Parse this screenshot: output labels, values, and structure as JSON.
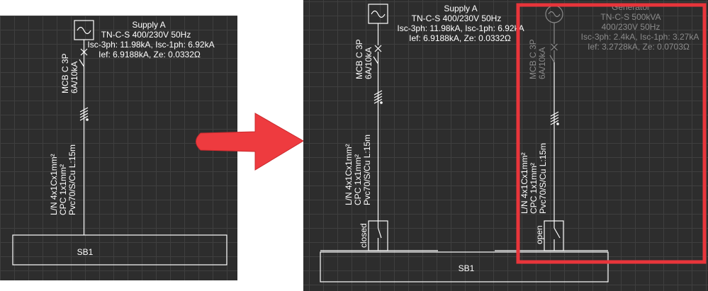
{
  "supply_a": {
    "name": "Supply A",
    "system": "TN-C-S 400/230V 50Hz",
    "isc": "Isc-3ph: 11.98kA, Isc-1ph: 6.92kA",
    "ief": "Ief: 6.9188kA, Ze: 0.0332Ω"
  },
  "mcb": {
    "line1": "MCB C 3P",
    "line2": "6A/10kA"
  },
  "cable": {
    "line1": "L/N 4x1Cx1mm²",
    "line2": "CPC 1x1mm²",
    "line3": "Pvc70/S/Cu L:15m"
  },
  "board": {
    "name": "SB1"
  },
  "switch_a": {
    "state": "closed"
  },
  "generator": {
    "name": "Generator",
    "system": "TN-C-S 500kVA",
    "voltage": "400/230V 50Hz",
    "isc": "Isc-3ph: 2.4kA, Isc-1ph: 3.27kA",
    "ief": "Ief: 3.2728kA, Ze: 0.0703Ω"
  },
  "switch_b": {
    "state": "open"
  },
  "colors": {
    "highlight": "#e8353b",
    "arrow": "#ee3b3f",
    "background": "#2d2d2d"
  },
  "icons": {
    "source": "sine-wave-icon",
    "arrow": "right-arrow-icon"
  }
}
